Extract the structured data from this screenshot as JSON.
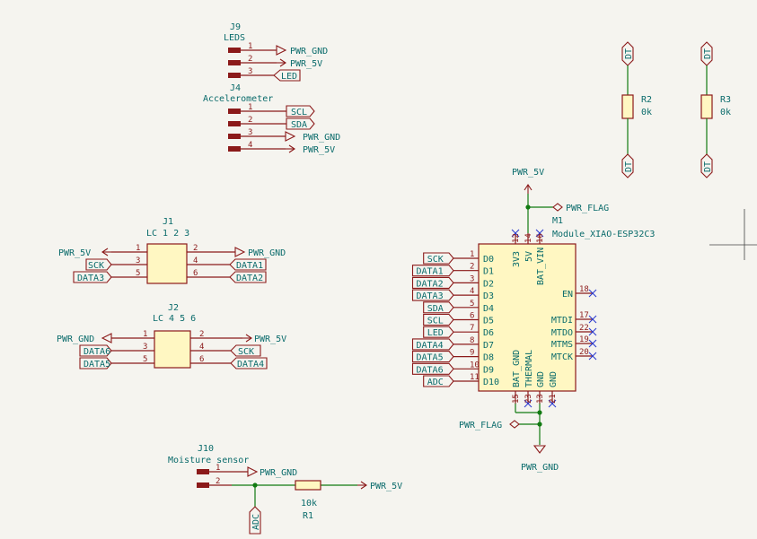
{
  "j9": {
    "ref": "J9",
    "value": "LEDS",
    "pins": [
      "1",
      "2",
      "3"
    ],
    "nets": [
      "PWR_GND",
      "PWR_5V",
      "LED"
    ]
  },
  "j4": {
    "ref": "J4",
    "value": "Accelerometer",
    "pins": [
      "1",
      "2",
      "3",
      "4"
    ],
    "nets": [
      "SCL",
      "SDA",
      "PWR_GND",
      "PWR_5V"
    ]
  },
  "j1": {
    "ref": "J1",
    "value": "LC 1 2 3",
    "pins": [
      "1",
      "3",
      "5",
      "2",
      "4",
      "6"
    ],
    "nets": [
      "PWR_5V",
      "SCK",
      "DATA3",
      "PWR_GND",
      "DATA1",
      "DATA2"
    ]
  },
  "j2": {
    "ref": "J2",
    "value": "LC 4 5 6",
    "pins": [
      "1",
      "3",
      "5",
      "2",
      "4",
      "6"
    ],
    "nets": [
      "PWR_GND",
      "DATA6",
      "DATA5",
      "PWR_5V",
      "SCK",
      "DATA4"
    ]
  },
  "j10": {
    "ref": "J10",
    "value": "Moisture sensor",
    "pins": [
      "1",
      "2"
    ],
    "nets": [
      "PWR_GND",
      "PWR_5V",
      "ADC"
    ]
  },
  "r1": {
    "ref": "R1",
    "value": "10k"
  },
  "r2": {
    "ref": "R2",
    "value": "0k",
    "net": "DT"
  },
  "r3": {
    "ref": "R3",
    "value": "0k",
    "net": "DT"
  },
  "m1": {
    "ref": "M1",
    "value": "Module_XIAO-ESP32C3",
    "top_pins": [
      {
        "num": "12",
        "name": "3V3"
      },
      {
        "num": "14",
        "name": "5V"
      },
      {
        "num": "16",
        "name": "BAT_VIN"
      }
    ],
    "left_pins": [
      {
        "num": "1",
        "name": "D0",
        "net": "SCK"
      },
      {
        "num": "2",
        "name": "D1",
        "net": "DATA1"
      },
      {
        "num": "3",
        "name": "D2",
        "net": "DATA2"
      },
      {
        "num": "4",
        "name": "D3",
        "net": "DATA3"
      },
      {
        "num": "5",
        "name": "D4",
        "net": "SDA"
      },
      {
        "num": "6",
        "name": "D5",
        "net": "SCL"
      },
      {
        "num": "7",
        "name": "D6",
        "net": "LED"
      },
      {
        "num": "8",
        "name": "D7",
        "net": "DATA4"
      },
      {
        "num": "9",
        "name": "D8",
        "net": "DATA5"
      },
      {
        "num": "10",
        "name": "D9",
        "net": "DATA6"
      },
      {
        "num": "11",
        "name": "D10",
        "net": "ADC"
      }
    ],
    "right_pins": [
      {
        "num": "18",
        "name": "EN"
      },
      {
        "num": "17",
        "name": "MTDI"
      },
      {
        "num": "22",
        "name": "MTDO"
      },
      {
        "num": "19",
        "name": "MTMS"
      },
      {
        "num": "20",
        "name": "MTCK"
      }
    ],
    "bottom_pins": [
      {
        "num": "15",
        "name": "BAT_GND"
      },
      {
        "num": "23",
        "name": "THERMAL"
      },
      {
        "num": "13",
        "name": "GND"
      },
      {
        "num": "21",
        "name": "GND"
      }
    ]
  },
  "power": {
    "pwr_5v": "PWR_5V",
    "pwr_gnd": "PWR_GND",
    "pwr_flag": "PWR_FLAG"
  }
}
